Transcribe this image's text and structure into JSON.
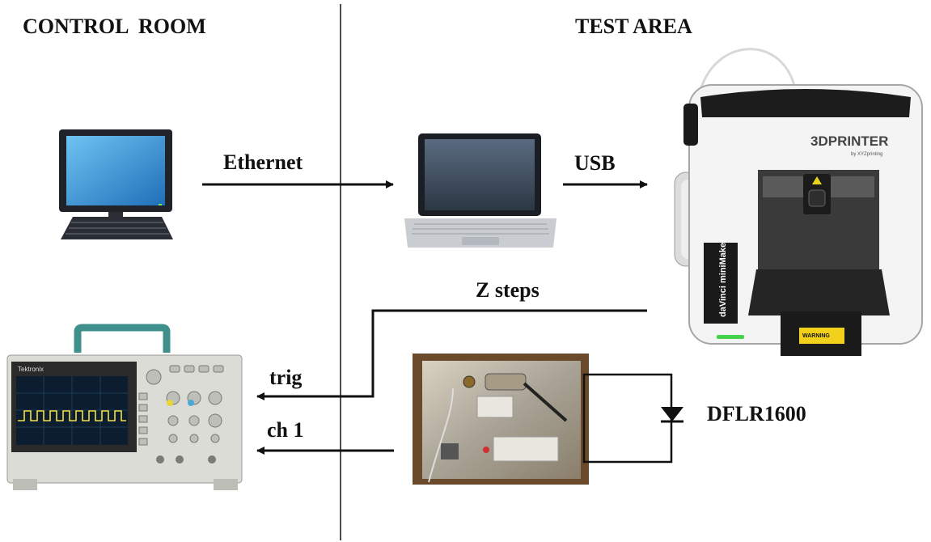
{
  "regions": {
    "left_heading": "CONTROL  ROOM",
    "right_heading": "TEST AREA"
  },
  "links": {
    "ethernet": "Ethernet",
    "usb": "USB",
    "z_steps": "Z steps",
    "trig": "trig",
    "ch1": "ch 1"
  },
  "components": {
    "printer_brand": "3DPRINTER",
    "printer_brand_sub": "by XYZprinting",
    "printer_side_label": "daVinci miniMaker",
    "printer_warning": "WARNING",
    "scope_brand": "Tektronix",
    "diode_label": "DFLR1600"
  },
  "colors": {
    "line": "#111111",
    "screen_blue": "#2f8fd6",
    "printer_body": "#f4f4f4",
    "scope_body": "#dcdcd6",
    "detector_box": "#b9b4a8"
  }
}
